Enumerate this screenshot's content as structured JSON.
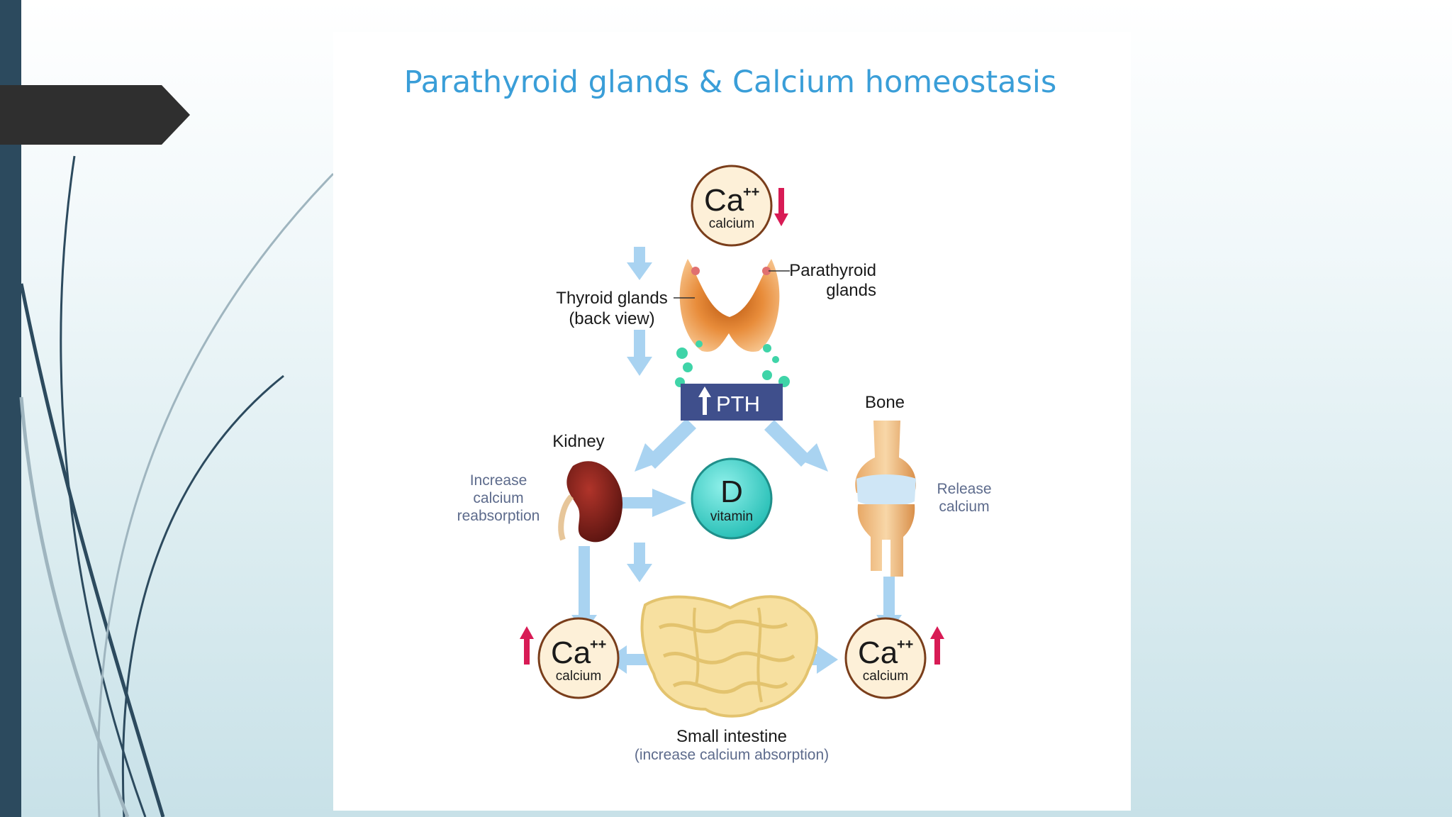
{
  "slide": {
    "accent_color": "#2c4a5e",
    "tab_color": "#2f2f2f",
    "decor": "curved lines"
  },
  "diagram": {
    "title": "Parathyroid glands & Calcium homeostasis",
    "title_color": "#3a9ed8",
    "ca_symbol": "Ca",
    "ca_charge": "++",
    "ca_label": "calcium",
    "thyroid_label_line1": "Thyroid glands",
    "thyroid_label_line2": "(back view)",
    "parathyroid_label_line1": "Parathyroid",
    "parathyroid_label_line2": "glands",
    "pth_label": "PTH",
    "kidney_label": "Kidney",
    "kidney_effect_line1": "Increase",
    "kidney_effect_line2": "calcium",
    "kidney_effect_line3": "reabsorption",
    "vitamin_letter": "D",
    "vitamin_label": "vitamin",
    "bone_label": "Bone",
    "bone_effect_line1": "Release",
    "bone_effect_line2": "calcium",
    "intestine_label": "Small intestine",
    "intestine_effect": "(increase calcium absorption)",
    "colors": {
      "arrow": "#a9d3f1",
      "pth_box": "#3f4f8c",
      "level_arrow": "#d81b55",
      "ca_fill": "#fdf0d8",
      "vitamin_fill": "#3fd4cc",
      "effect_text": "#5d6b8c"
    }
  }
}
